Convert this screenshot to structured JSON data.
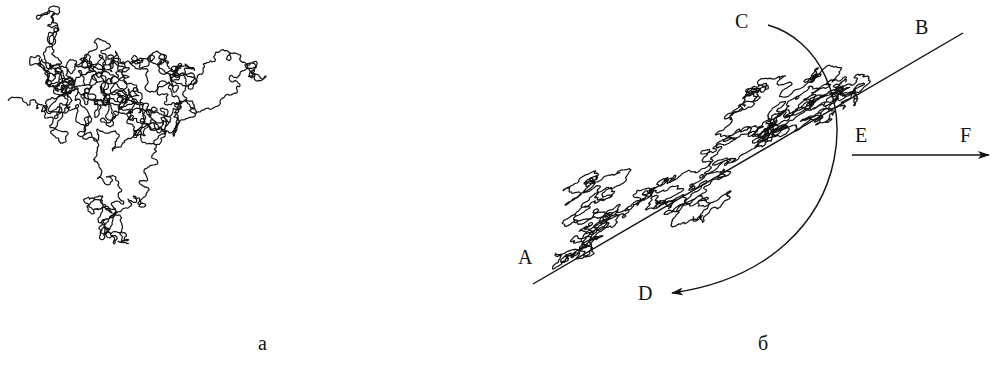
{
  "diagram": {
    "labels": [
      "а",
      "б",
      "A",
      "B",
      "C",
      "D",
      "E",
      "F"
    ]
  }
}
